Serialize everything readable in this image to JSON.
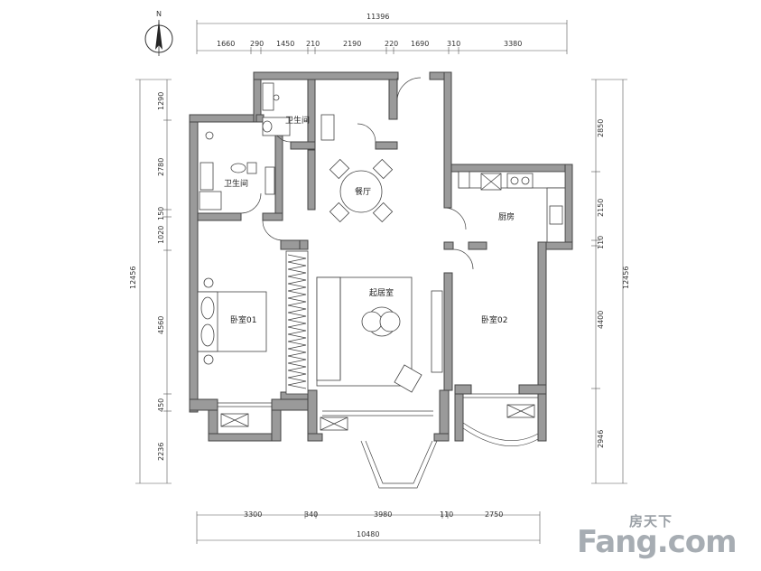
{
  "compass": {
    "label": "N"
  },
  "dimensions": {
    "top_total": "11396",
    "top_segments": [
      "1660",
      "290",
      "1450",
      "210",
      "2190",
      "220",
      "1690",
      "310",
      "3380"
    ],
    "left_total": "12456",
    "left_segments": [
      "1290",
      "2780",
      "150",
      "1020",
      "4560",
      "450",
      "2236"
    ],
    "right_total": "12456",
    "right_segments": [
      "2850",
      "2150",
      "110",
      "4400",
      "2946"
    ],
    "bottom_segments": [
      "3300",
      "340",
      "3980",
      "110",
      "2750"
    ],
    "bottom_total": "10480"
  },
  "rooms": {
    "bath_upper": "卫生间",
    "bath_lower": "卫生间",
    "dining": "餐厅",
    "kitchen": "厨房",
    "living": "起居室",
    "bedroom_1": "卧室01",
    "bedroom_2": "卧室02"
  },
  "watermark": {
    "cn": "房天下",
    "en": "Fang.com"
  }
}
